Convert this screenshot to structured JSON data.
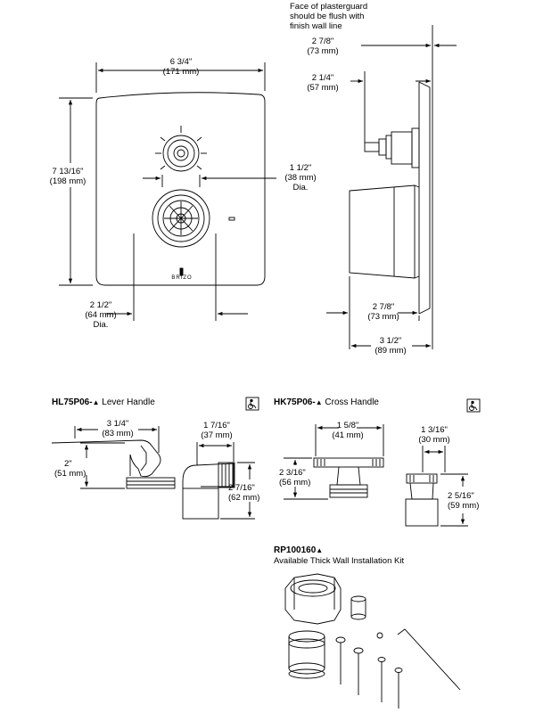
{
  "valve_front": {
    "width_in": "6 3/4\"",
    "width_mm": "(171 mm)",
    "height_in": "7 13/16\"",
    "height_mm": "(198 mm)",
    "small_knob_in": "1 1/2\"",
    "small_knob_mm": "(38 mm)",
    "small_knob_dia": "Dia.",
    "large_knob_in": "2 1/2\"",
    "large_knob_mm": "(64 mm)",
    "large_knob_dia": "Dia.",
    "brand": "BRIZO"
  },
  "valve_side": {
    "note_line1": "Face of plasterguard",
    "note_line2": "should be flush with",
    "note_line3": "finish wall line",
    "depth_top_in": "2 7/8\"",
    "depth_top_mm": "(73 mm)",
    "stem_in": "2 1/4\"",
    "stem_mm": "(57 mm)",
    "depth_bottom_in": "2 7/8\"",
    "depth_bottom_mm": "(73 mm)",
    "total_in": "3 1/2\"",
    "total_mm": "(89 mm)"
  },
  "lever_handle": {
    "model": "HL75P06-",
    "model_symbol": "▲",
    "title": "Lever Handle",
    "accessibility_icon": "wheelchair-icon",
    "length_in": "3 1/4\"",
    "length_mm": "(83 mm)",
    "height_in": "2\"",
    "height_mm": "(51 mm)",
    "hub_in": "1 7/16\"",
    "hub_mm": "(37 mm)",
    "depth_in": "2 7/16\"",
    "depth_mm": "(62 mm)"
  },
  "cross_handle": {
    "model": "HK75P06-",
    "model_symbol": "▲",
    "title": "Cross Handle",
    "accessibility_icon": "wheelchair-icon",
    "width_in": "1 5/8\"",
    "width_mm": "(41 mm)",
    "height_in": "2 3/16\"",
    "height_mm": "(56 mm)",
    "hub_in": "1 3/16\"",
    "hub_mm": "(30 mm)",
    "depth_in": "2 5/16\"",
    "depth_mm": "(59 mm)"
  },
  "kit": {
    "model": "RP100160",
    "model_symbol": "▲",
    "title": "Available Thick Wall Installation Kit"
  }
}
